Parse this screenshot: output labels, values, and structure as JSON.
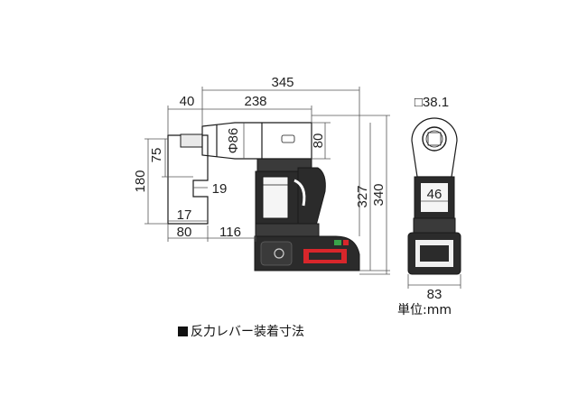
{
  "dimensions": {
    "overall_length": "345",
    "body_length": "238",
    "square_drive_offset": "40",
    "socket_diameter": "Φ86",
    "head_height": "80",
    "reaction_arm_height": "180",
    "reaction_arm_upper": "75",
    "reaction_arm_width": "19",
    "reaction_arm_lower": "17",
    "reaction_arm_length": "80",
    "arm_to_grip": "116",
    "total_height": "327",
    "total_height_with_handle": "340",
    "square_size": "□38.1",
    "handle_width": "46",
    "front_width": "83"
  },
  "unit_label": "単位:mm",
  "caption": "反力レバー装着寸法",
  "colors": {
    "outline": "#1a1a1a",
    "body_dark": "#2b2b2b",
    "battery_red": "#d8262b",
    "battery_green": "#3aa34a"
  }
}
